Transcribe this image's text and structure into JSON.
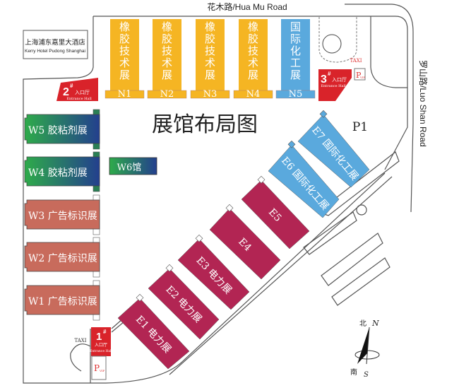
{
  "title": "展馆布局图",
  "roads": {
    "north": "花木路/Hua Mu Road",
    "east": "罗山路/Luo Shan Road"
  },
  "hotel": {
    "name_cn": "上海浦东嘉里大酒店",
    "name_en": "Kerry Hotel Pudong Shanghai"
  },
  "parking": {
    "p1": "P1",
    "vip_p": "P",
    "vip_sub": "VIP"
  },
  "taxi": "TAXI",
  "entrances": [
    {
      "num": "1",
      "mark": "#",
      "cn": "入口厅",
      "en": "Entrance Hall"
    },
    {
      "num": "2",
      "mark": "#",
      "cn": "入口厅",
      "en": "Entrance Hall"
    },
    {
      "num": "3",
      "mark": "#",
      "cn": "入口厅",
      "en": "Entrance Hall"
    }
  ],
  "north_halls": [
    {
      "id": "N1",
      "chars": [
        "橡",
        "胶",
        "技",
        "术",
        "展"
      ]
    },
    {
      "id": "N2",
      "chars": [
        "橡",
        "胶",
        "技",
        "术",
        "展"
      ]
    },
    {
      "id": "N3",
      "chars": [
        "橡",
        "胶",
        "技",
        "术",
        "展"
      ]
    },
    {
      "id": "N4",
      "chars": [
        "橡",
        "胶",
        "技",
        "术",
        "展"
      ]
    },
    {
      "id": "N5",
      "chars": [
        "国",
        "际",
        "化",
        "工",
        "展"
      ]
    }
  ],
  "west_halls": [
    {
      "id": "W5",
      "label": "W5  胶粘剂展"
    },
    {
      "id": "W4",
      "label": "W4  胶粘剂展"
    },
    {
      "id": "W3",
      "label": "W3 广告标识展"
    },
    {
      "id": "W2",
      "label": "W2 广告标识展"
    },
    {
      "id": "W1",
      "label": "W1 广告标识展"
    }
  ],
  "w6": "W6馆",
  "east_halls": [
    {
      "id": "E1",
      "label": "E1  电力展"
    },
    {
      "id": "E2",
      "label": "E2  电力展"
    },
    {
      "id": "E3",
      "label": "E3  电力展"
    },
    {
      "id": "E4",
      "label": "E4"
    },
    {
      "id": "E5",
      "label": "E5"
    },
    {
      "id": "E6",
      "label": "E6  国际化工展"
    },
    {
      "id": "E7",
      "label": "E7  国际化工展"
    }
  ],
  "compass": {
    "north_cn": "北",
    "north_en": "N",
    "south_cn": "南",
    "south_en": "S"
  },
  "colors": {
    "rubber": "#F5B523",
    "chem": "#5AA9DD",
    "power": "#B22553",
    "sign": "#C86B5C",
    "entrance": "#D9232A",
    "adh_start": "#2EAB4A",
    "adh_end": "#233F8E"
  }
}
